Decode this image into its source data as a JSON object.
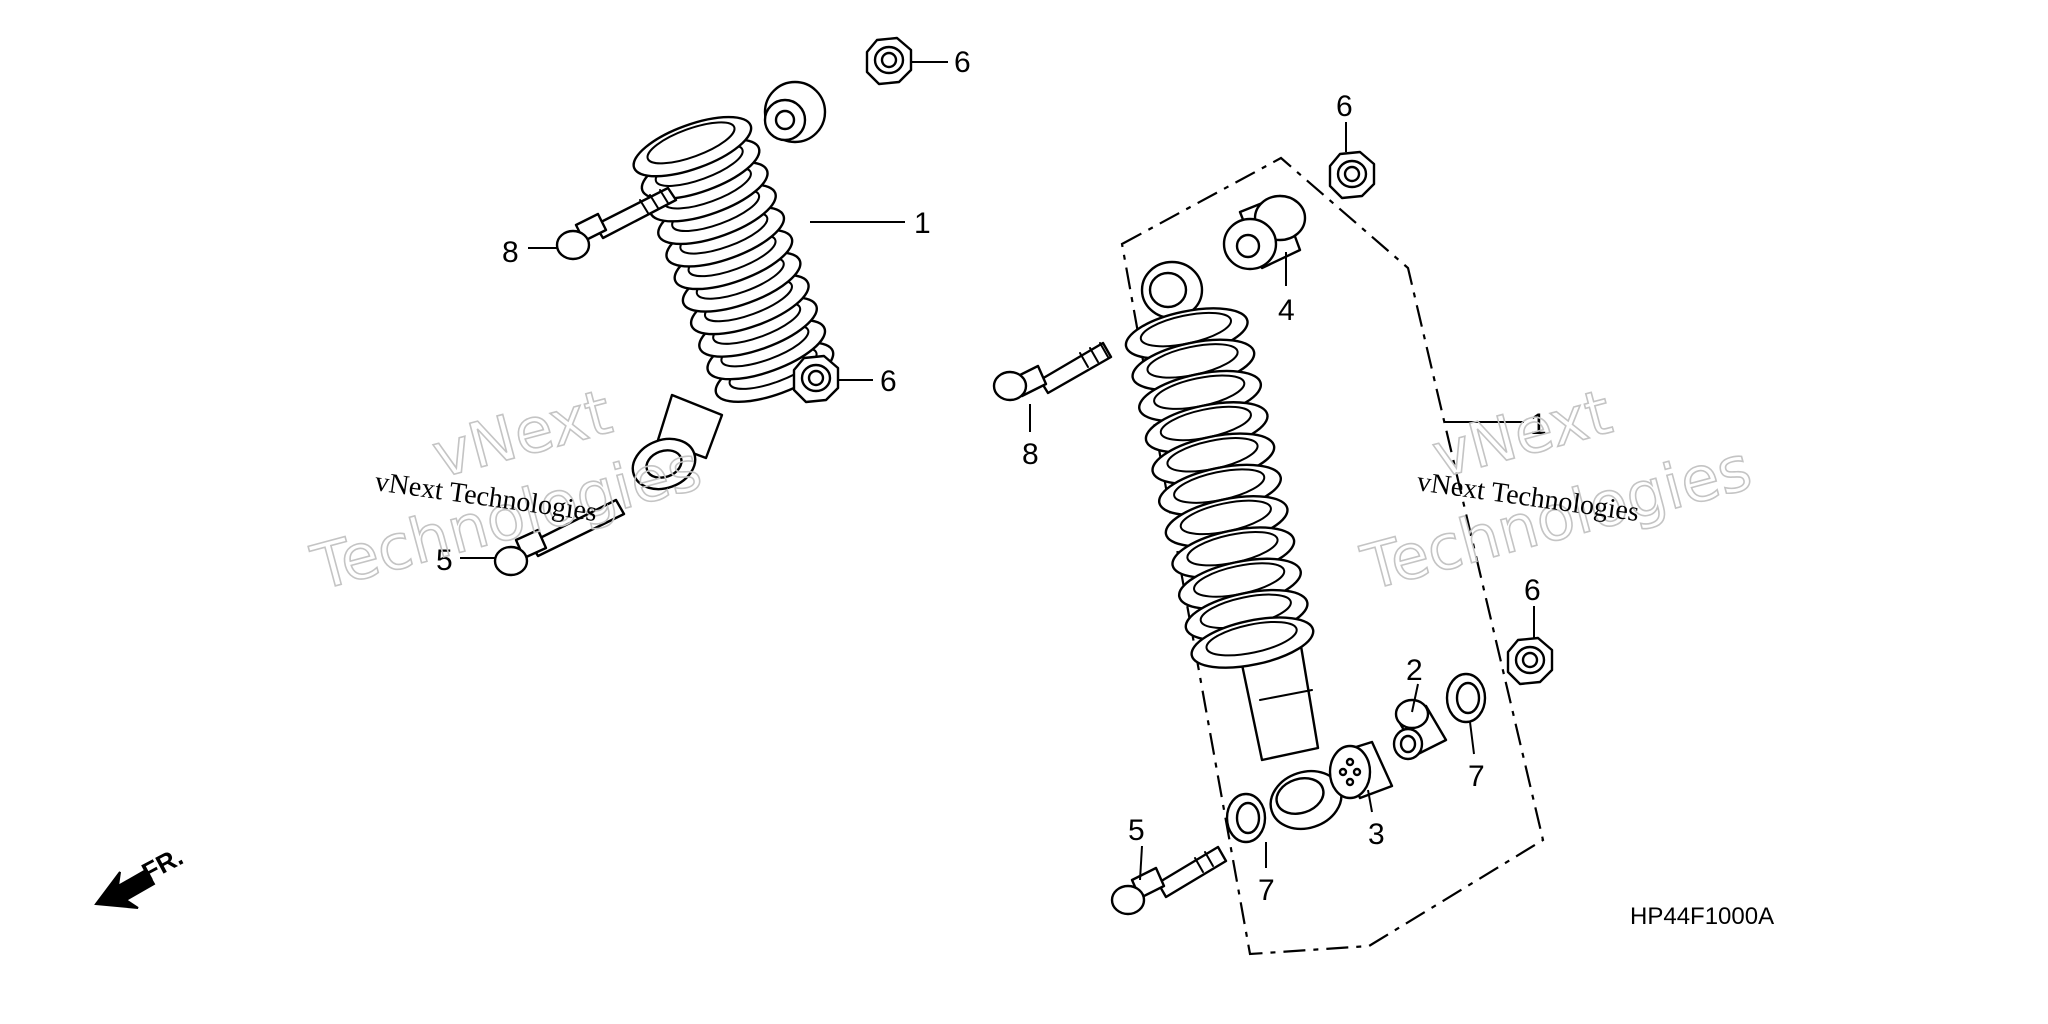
{
  "diagram_code": "HP44F1000A",
  "front_marker": {
    "label": "FR."
  },
  "watermark": {
    "brand": "vNext",
    "name": "Technologies",
    "line": "vNext Technologies"
  },
  "left_assembly": {
    "callouts": {
      "shock": "1",
      "top_nut": "6",
      "bolt_top": "8",
      "nut_mid": "6",
      "bolt_bottom": "5"
    }
  },
  "right_assembly": {
    "callouts": {
      "shock": "1",
      "nut_top": "6",
      "bushing": "4",
      "bolt_top": "8",
      "collar": "2",
      "rubber_bush": "3",
      "seal_left": "7",
      "seal_right": "7",
      "nut_side": "6",
      "bolt_bottom": "5"
    }
  },
  "icons": [
    "coil-spring-shock-absorber",
    "flange-nut",
    "flange-bolt",
    "dust-seal",
    "collar",
    "bushing",
    "front-arrow"
  ]
}
